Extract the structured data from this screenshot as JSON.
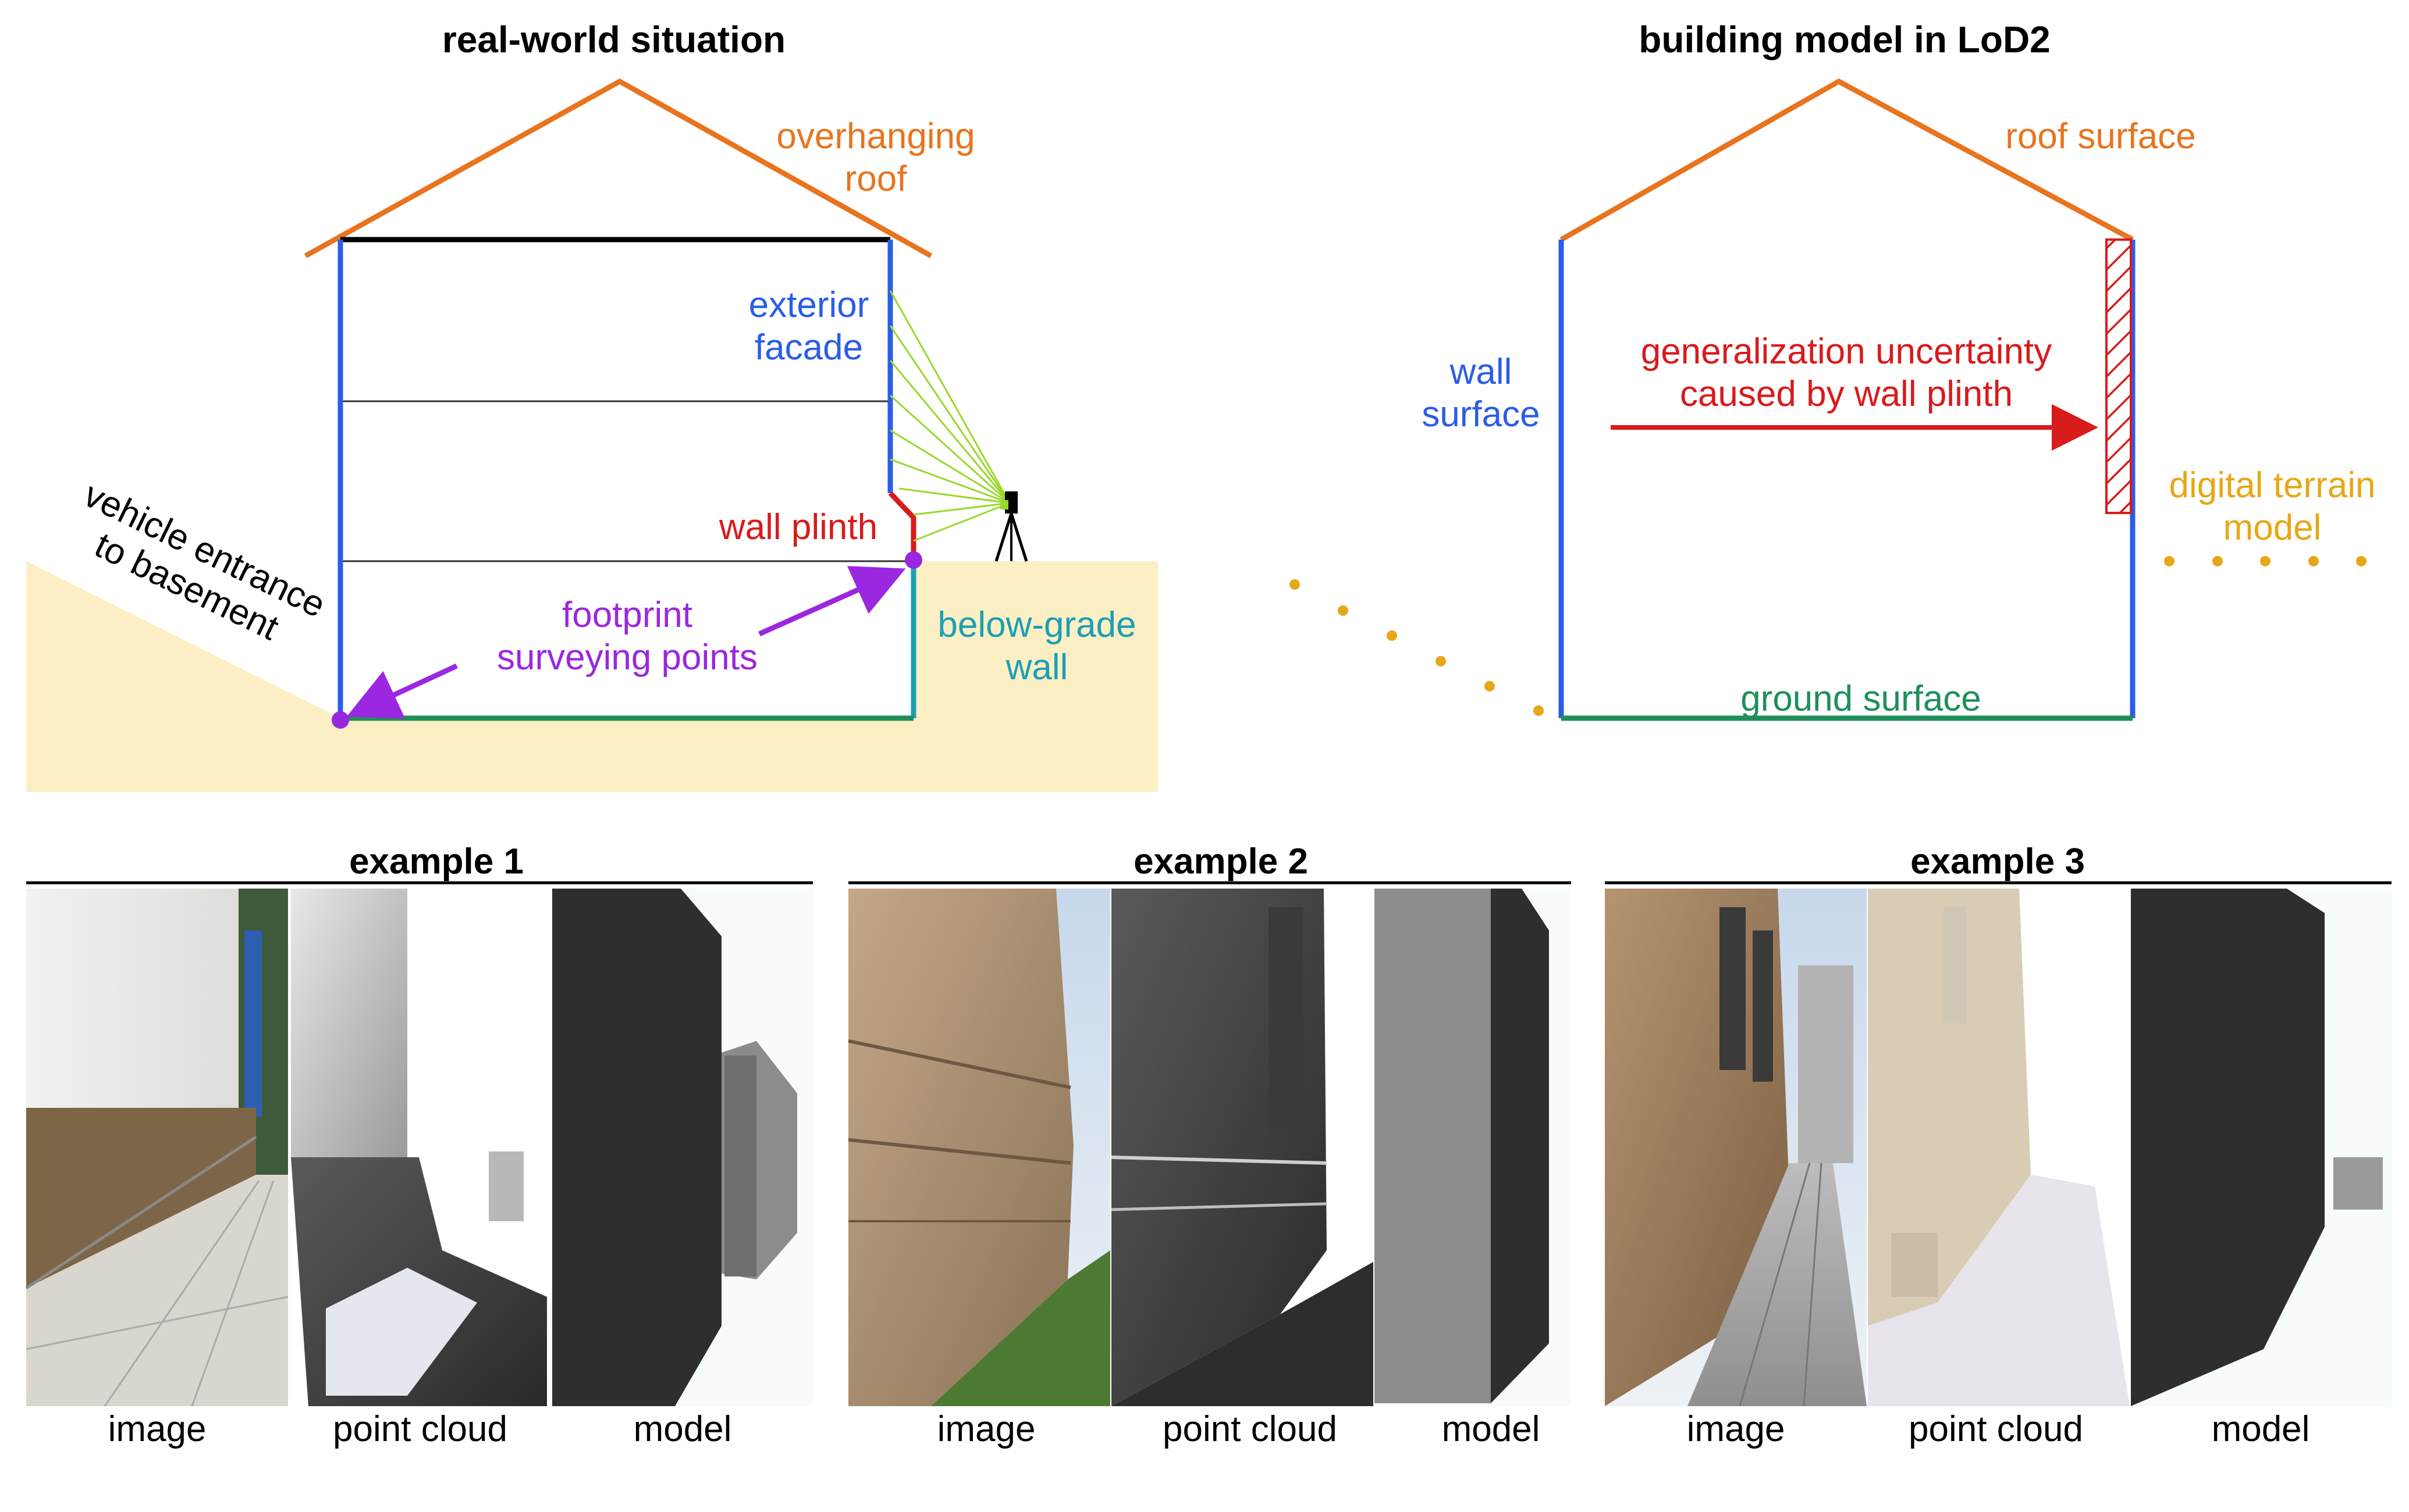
{
  "colors": {
    "roof": "#e8741e",
    "wall": "#2b5de8",
    "plinth": "#d81b1b",
    "below_grade": "#1aa0b4",
    "ground": "#1f8f5a",
    "terrain_dots": "#e6a817",
    "footprint": "#9b27e0",
    "scan_rays": "#9ad82c",
    "soil": "#fcefc3"
  },
  "left_panel": {
    "title": "real-world situation",
    "overhanging_roof": [
      "overhanging",
      "roof"
    ],
    "exterior_facade": [
      "exterior",
      "facade"
    ],
    "wall_plinth": "wall plinth",
    "vehicle_entrance": [
      "vehicle entrance",
      "to basement"
    ],
    "footprint_points": [
      "footprint",
      "surveying points"
    ],
    "below_grade_wall": [
      "below-grade",
      "wall"
    ]
  },
  "right_panel": {
    "title": "building model in LoD2",
    "roof_surface": "roof surface",
    "wall_surface": [
      "wall",
      "surface"
    ],
    "generalization": [
      "generalization uncertainty",
      "caused by wall plinth"
    ],
    "digital_terrain": [
      "digital terrain",
      "model"
    ],
    "ground_surface": "ground surface"
  },
  "examples": [
    {
      "title": "example 1",
      "labels": [
        "image",
        "point cloud",
        "model"
      ]
    },
    {
      "title": "example 2",
      "labels": [
        "image",
        "point cloud",
        "model"
      ]
    },
    {
      "title": "example 3",
      "labels": [
        "image",
        "point cloud",
        "model"
      ]
    }
  ]
}
